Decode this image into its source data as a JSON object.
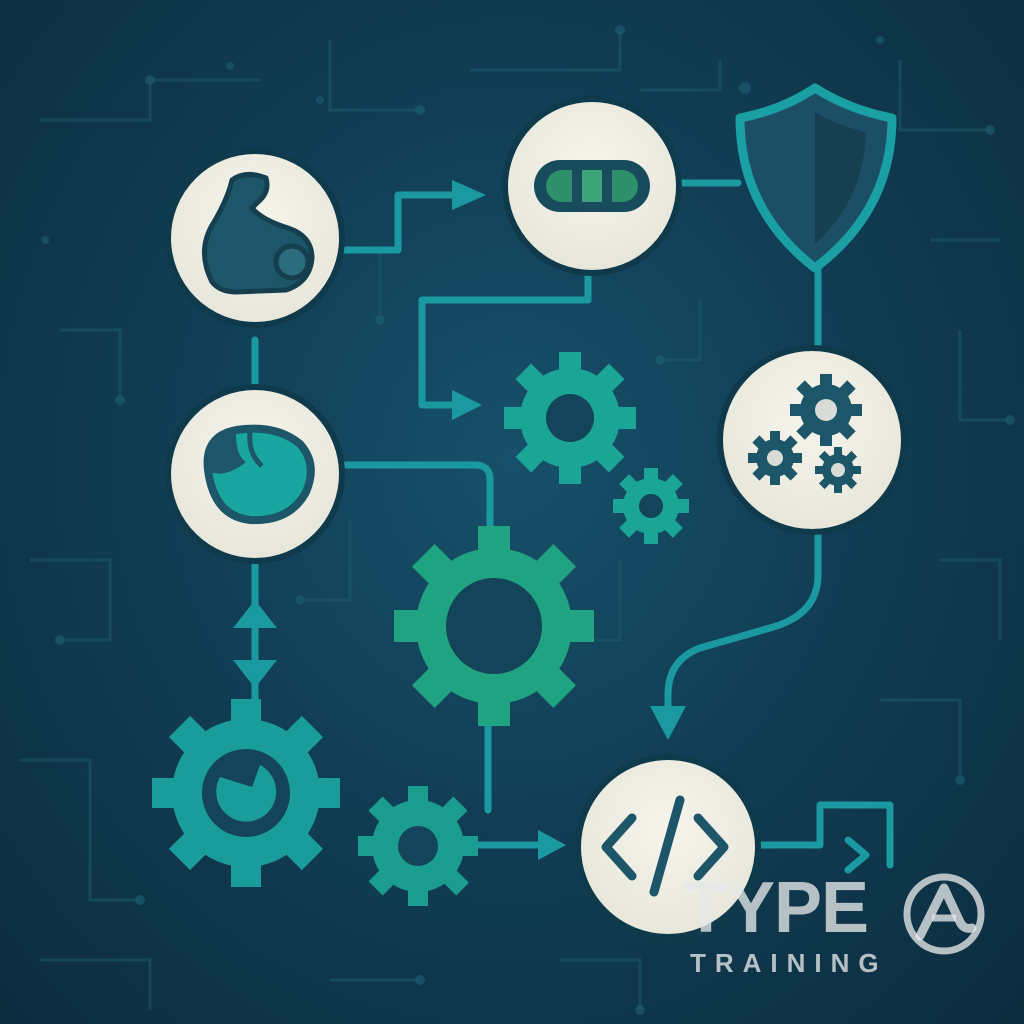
{
  "brand": {
    "word": "TYPE",
    "subtitle": "TRAINING",
    "mark_icon": "a-monogram-logo"
  },
  "nodes": [
    {
      "name": "strength-node",
      "icon": "flexed-arm-icon"
    },
    {
      "name": "capsule-node",
      "icon": "capsule-icon"
    },
    {
      "name": "shield-node",
      "icon": "shield-icon"
    },
    {
      "name": "fist-node",
      "icon": "fist-icon"
    },
    {
      "name": "gears-node",
      "icon": "gears-icon"
    },
    {
      "name": "code-node",
      "icon": "code-brackets-icon"
    }
  ],
  "colors": {
    "background": "#0f3447",
    "line": "#1a9aa0",
    "node_fill": "#f1f0e6",
    "icon_dark": "#1c5668",
    "gear_teal": "#1aa597",
    "gear_green": "#1fa381"
  }
}
